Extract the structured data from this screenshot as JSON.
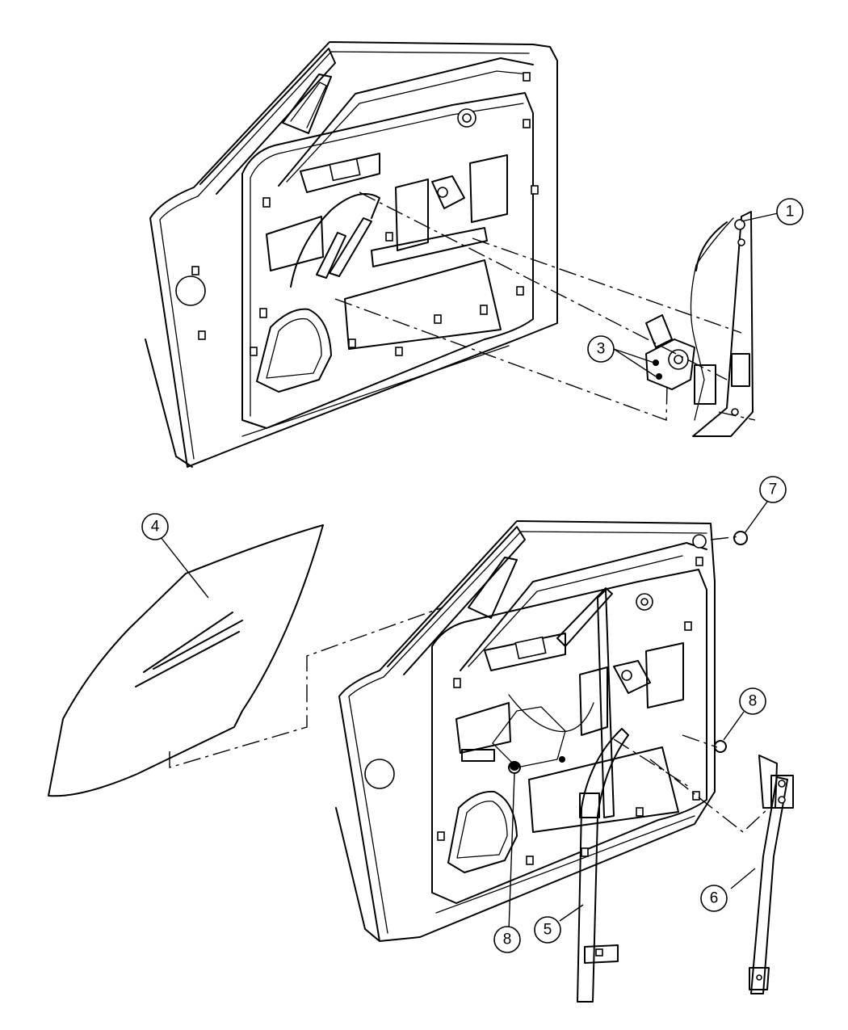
{
  "callouts": [
    {
      "id": "c1",
      "label": "1"
    },
    {
      "id": "c3",
      "label": "3"
    },
    {
      "id": "c4",
      "label": "4"
    },
    {
      "id": "c5",
      "label": "5"
    },
    {
      "id": "c6",
      "label": "6"
    },
    {
      "id": "c7",
      "label": "7"
    },
    {
      "id": "c8a",
      "label": "8"
    },
    {
      "id": "c8b",
      "label": "8"
    }
  ]
}
